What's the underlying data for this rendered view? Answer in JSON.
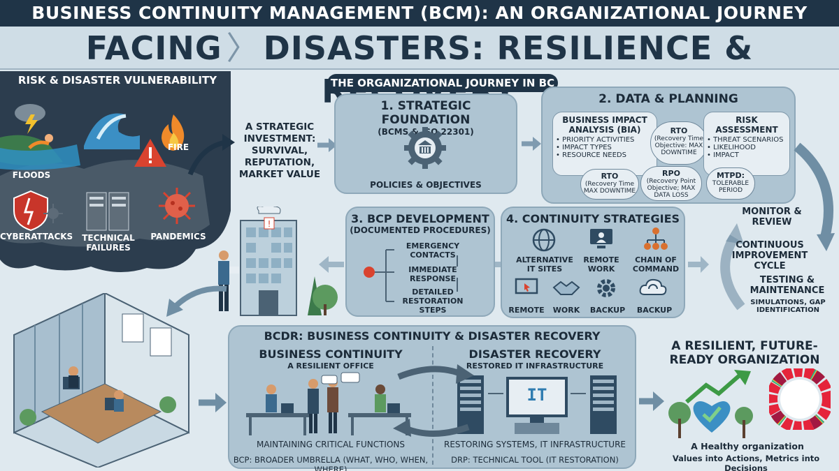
{
  "header": {
    "top": "BUSINESS CONTINUITY MANAGEMENT (BCM): AN ORGANIZATIONAL JOURNEY",
    "main_left": "FACING",
    "main_right": "DISASTERS: RESILIENCE & RECOVERY"
  },
  "risk": {
    "title": "RISK & DISASTER VULNERABILITY",
    "floods": "FLOODS",
    "fire": "FIRE",
    "cyber": "CYBERATTACKS",
    "technical": "TECHNICAL FAILURES",
    "pandemics": "PANDEMICS"
  },
  "investment": "A STRATEGIC INVESTMENT: SURVIVAL, REPUTATION, MARKET VALUE",
  "journey_title": "THE ORGANIZATIONAL JOURNEY IN BC",
  "foundation": {
    "title": "1. STRATEGIC FOUNDATION",
    "subtitle": "(BCMS & ISO 22301)",
    "caption": "POLICIES & OBJECTIVES"
  },
  "planning": {
    "title": "2. DATA & PLANNING",
    "bia_title": "BUSINESS IMPACT ANALYSIS (BIA)",
    "bia_items": [
      "PRIORITY ACTIVITIES",
      "IMPACT TYPES",
      "RESOURCE NEEDS"
    ],
    "rto1": {
      "title": "RTO",
      "text": "(Recovery Time Objective: MAX DOWNTIME"
    },
    "risk_title": "RISK ASSESSMENT",
    "risk_items": [
      "THREAT SCENARIOS",
      "LIKELIHOOD",
      "IMPACT"
    ],
    "rto2": {
      "title": "RTO",
      "text": "(Recovery Time MAX DOWNTIME"
    },
    "rpo": {
      "title": "RPO",
      "text": "(Recovery Point Objective; MAX DATA LOSS"
    },
    "mtpd": {
      "title": "MTPD:",
      "text": "TOLERABLE PERIOD"
    }
  },
  "cycle": {
    "monitor": "MONITOR & REVIEW",
    "continuous": "CONTINUOUS IMPROVEMENT CYCLE",
    "testing": "TESTING & MAINTENANCE",
    "testing_sub": "SIMULATIONS, GAP IDENTIFICATION"
  },
  "bcp": {
    "title": "3. BCP DEVELOPMENT",
    "subtitle": "(DOCUMENTED PROCEDURES)",
    "steps": [
      "EMERGENCY CONTACTS",
      "IMMEDIATE RESPONSE",
      "DETAILED RESTORATION STEPS"
    ]
  },
  "strategies": {
    "title": "4. CONTINUITY STRATEGIES",
    "items": [
      "ALTERNATIVE IT SITES",
      "REMOTE WORK",
      "CHAIN OF COMMAND",
      "REMOTE",
      "WORK",
      "BACKUP",
      "BACKUP"
    ]
  },
  "bcdr": {
    "title": "BCDR: BUSINESS CONTINUITY & DISASTER RECOVERY",
    "bc_title": "BUSINESS CONTINUITY",
    "bc_sub": "A RESILIENT OFFICE",
    "bc_caption": "MAINTAINING CRITICAL FUNCTIONS",
    "bc_note": "BCP: BROADER UMBRELLA (WHAT, WHO, WHEN, WHERE)",
    "dr_title": "DISASTER RECOVERY",
    "dr_sub": "RESTORED IT INFRASTRUCTURE",
    "dr_caption": "RESTORING SYSTEMS, IT INFRASTRUCTURE",
    "dr_note": "DRP: TECHNICAL TOOL (IT RESTORATION)",
    "screen_text": "IT"
  },
  "outcome": {
    "title": "A RESILIENT, FUTURE-READY ORGANIZATION",
    "line1": "A Healthy organization",
    "line2": "Values into Actions, Metrics into Decisions"
  },
  "colors": {
    "navy": "#1f3447",
    "panel": "#aec4d2",
    "accent_red": "#d9432f",
    "fire": "#f08a2a"
  }
}
